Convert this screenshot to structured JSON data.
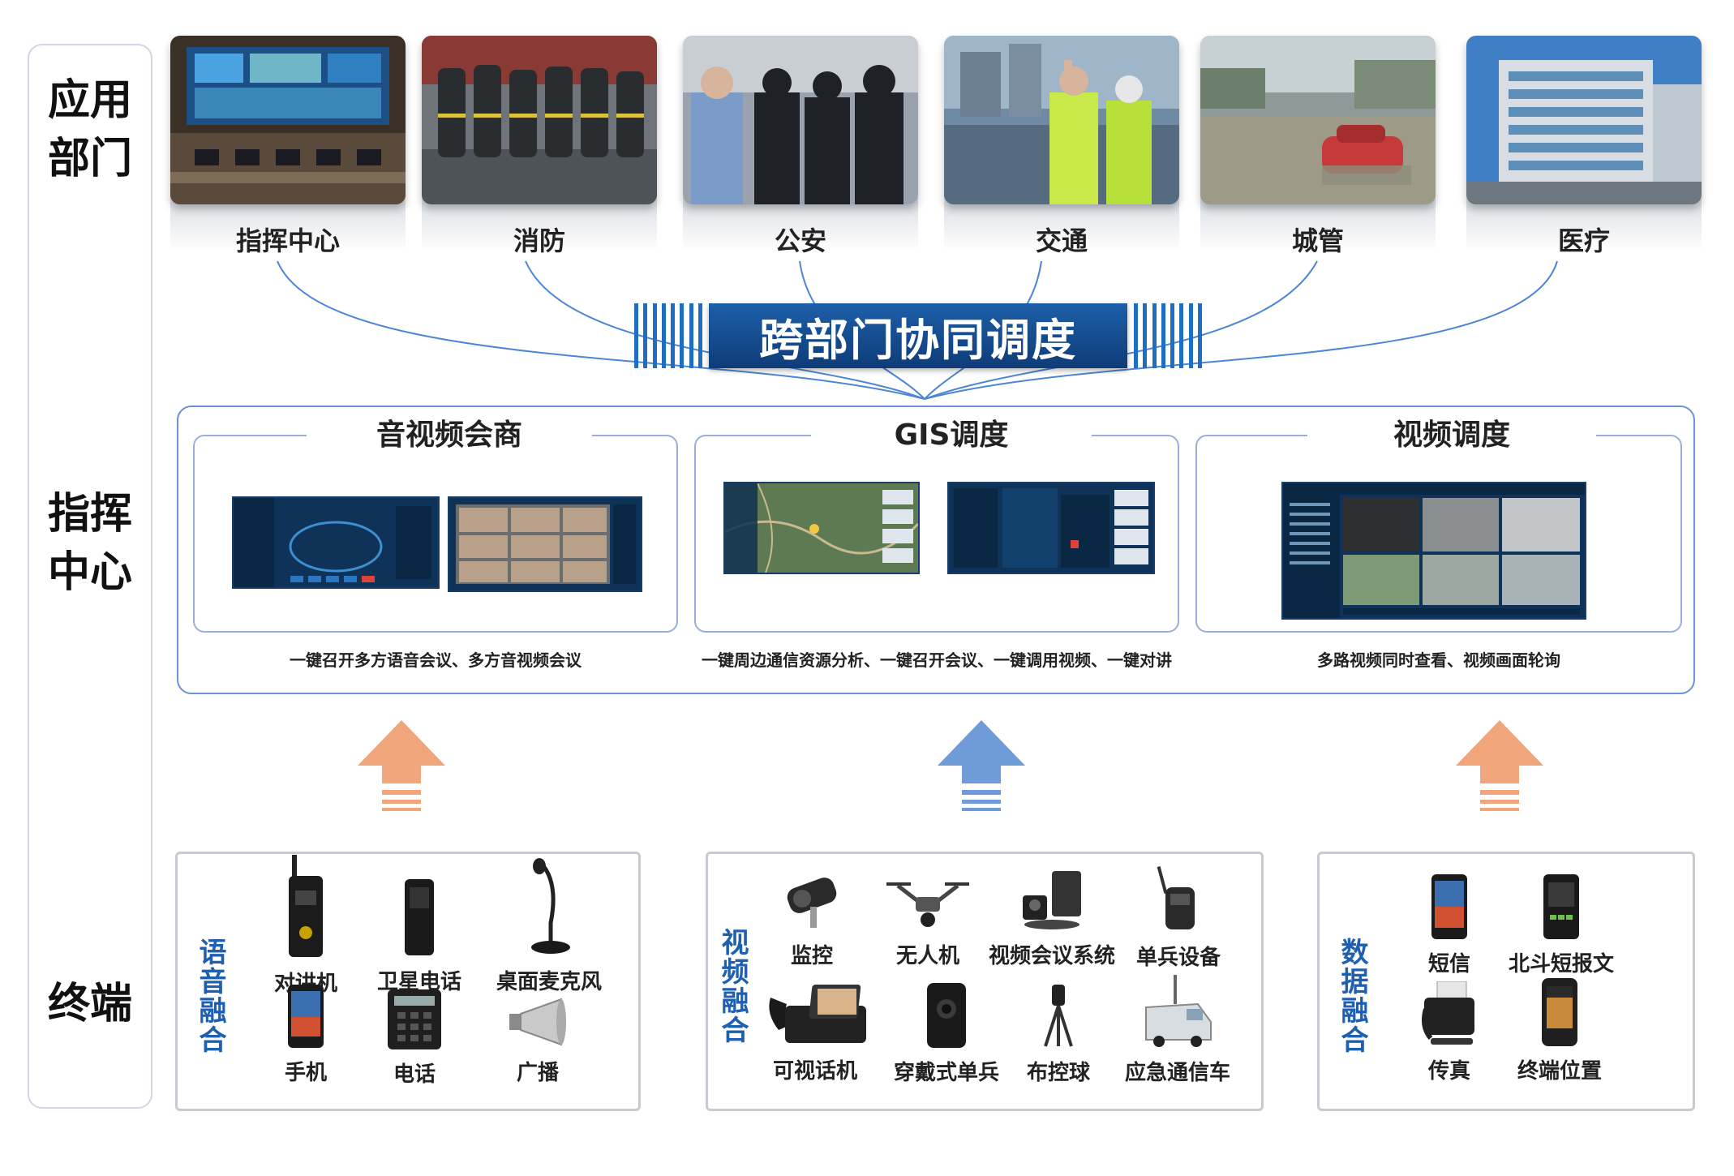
{
  "layers": {
    "apps": "应用\n部门",
    "command": "指挥\n中心",
    "terminal": "终端"
  },
  "departments": [
    {
      "name": "指挥中心"
    },
    {
      "name": "消防"
    },
    {
      "name": "公安"
    },
    {
      "name": "交通"
    },
    {
      "name": "城管"
    },
    {
      "name": "医疗"
    }
  ],
  "banner": "跨部门协同调度",
  "command_panels": [
    {
      "title": "音视频会商",
      "desc": "一键召开多方语音会议、多方音视频会议"
    },
    {
      "title": "GIS调度",
      "desc": "一键周边通信资源分析、一键召开会议、一键调用视频、一键对讲"
    },
    {
      "title": "视频调度",
      "desc": "多路视频同时查看、视频画面轮询"
    }
  ],
  "arrows": [
    {
      "color": "#f0a57a"
    },
    {
      "color": "#6f9bd8"
    },
    {
      "color": "#f0a57a"
    }
  ],
  "terminal_groups": [
    {
      "label": "语音融合",
      "devices": [
        "对讲机",
        "卫星电话",
        "桌面麦克风",
        "手机",
        "电话",
        "广播"
      ]
    },
    {
      "label": "视频融合",
      "devices": [
        "监控",
        "无人机",
        "视频会议系统",
        "单兵设备",
        "可视话机",
        "穿戴式单兵",
        "布控球",
        "应急通信车"
      ]
    },
    {
      "label": "数据融合",
      "devices": [
        "短信",
        "北斗短报文",
        "传真",
        "终端位置"
      ]
    }
  ],
  "colors": {
    "accent_blue": "#1e5fb0",
    "banner": "#0e3c78",
    "frame": "#6f8fd6",
    "arrow_orange": "#f0a57a",
    "arrow_blue": "#6f9bd8"
  }
}
